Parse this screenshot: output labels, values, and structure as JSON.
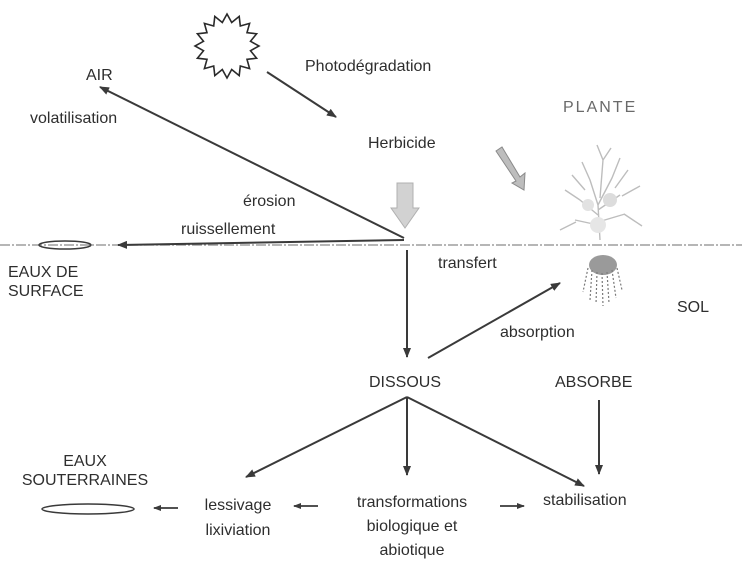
{
  "labels": {
    "air": "AIR",
    "photodegradation": "Photodégradation",
    "volatilisation": "volatilisation",
    "plante": "PLANTE",
    "herbicide": "Herbicide",
    "erosion": "érosion",
    "ruissellement": "ruissellement",
    "eaux_surface_1": "EAUX DE",
    "eaux_surface_2": "SURFACE",
    "transfert": "transfert",
    "sol": "SOL",
    "absorption": "absorption",
    "dissous": "DISSOUS",
    "absorbe": "ABSORBE",
    "eaux_souterraines_1": "EAUX",
    "eaux_souterraines_2": "SOUTERRAINES",
    "lessivage": "lessivage",
    "lixiviation": "lixiviation",
    "transformations_1": "transformations",
    "transformations_2": "biologique et",
    "transformations_3": "abiotique",
    "stabilisation": "stabilisation"
  },
  "colors": {
    "arrow": "#3a3a3a",
    "ground": "#8a8a8a",
    "herbicide_arrow": "#cfcfcf",
    "plant": "#c4c4c4"
  },
  "icons": {
    "sun": "sun-icon",
    "plant": "plant-icon"
  }
}
